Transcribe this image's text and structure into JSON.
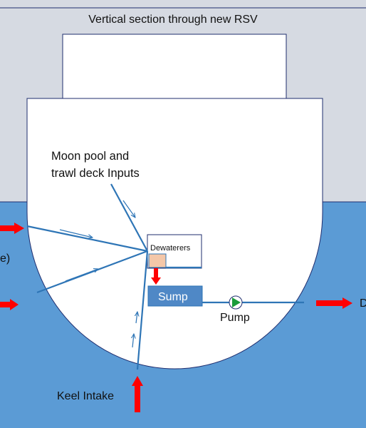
{
  "title": "Vertical section through new RSV",
  "labels": {
    "moon_pool_line1": "Moon pool and",
    "moon_pool_line2": "trawl deck Inputs",
    "dewaterers": "Dewaterers",
    "sump": "Sump",
    "pump": "Pump",
    "keel_intake": "Keel Intake",
    "left_partial": "e)",
    "right_partial": "D"
  },
  "colors": {
    "sky": "#d6dae2",
    "water": "#5b9bd5",
    "pipe": "#2e75b6",
    "arrow": "#ff0000",
    "sump_fill": "#4f88c6",
    "dewaterer_fill": "#f4c7a8",
    "pump_fill": "#1a9c3a",
    "hull_fill": "#ffffff"
  }
}
